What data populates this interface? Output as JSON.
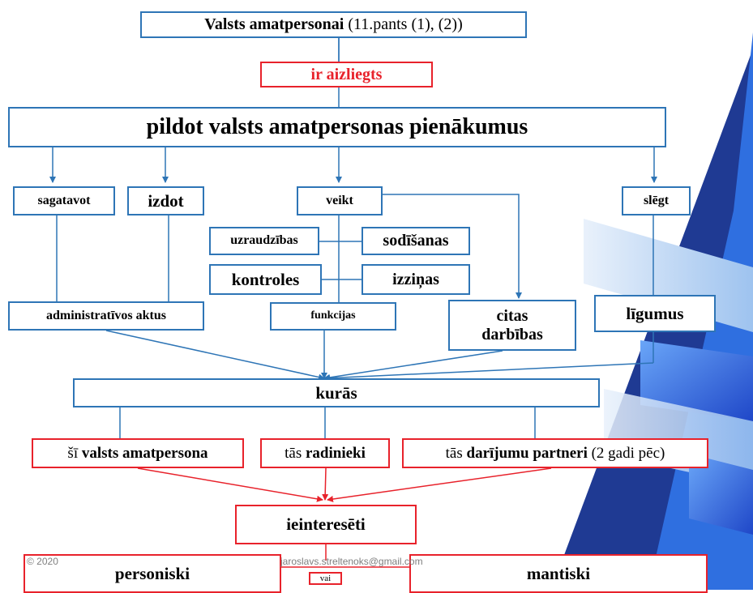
{
  "top": {
    "title_bold": "Valsts amatpersonai",
    "title_rest": " (11.pants (1), (2))"
  },
  "prohibited": "ir aizliegts",
  "perform": "pildot valsts amatpersonas pienākumus",
  "verbs": {
    "prepare": "sagatavot",
    "issue": "izdot",
    "carry_out": "veikt",
    "conclude": "slēgt"
  },
  "functions": {
    "supervision": "uzraudzības",
    "sanction": "sodīšanas",
    "control": "kontroles",
    "inquiry": "izziņas",
    "functions_label": "funkcijas"
  },
  "objects": {
    "admin_acts": "administratīvos aktus",
    "other_line1": "citas",
    "other_line2": "darbības",
    "contracts": "līgumus"
  },
  "in_which": "kurās",
  "parties": {
    "official_prefix": "šī ",
    "official_bold": "valsts amatpersona",
    "relatives_prefix": "tās ",
    "relatives_bold": "radinieki",
    "partners_prefix": "tās ",
    "partners_bold": "darījumu partneri",
    "partners_suffix": " (2 gadi pēc)"
  },
  "interested": "ieinteresēti",
  "personal": "personiski",
  "or": "vai",
  "financial": "mantiski",
  "footer": {
    "copyright": "© 2020",
    "email": "jaroslavs.streltenoks@gmail.com"
  },
  "colors": {
    "blue": "#2e75b6",
    "red": "#e8222b",
    "deco_dark": "#1f3a93",
    "deco_bright": "#2f6fe0"
  }
}
